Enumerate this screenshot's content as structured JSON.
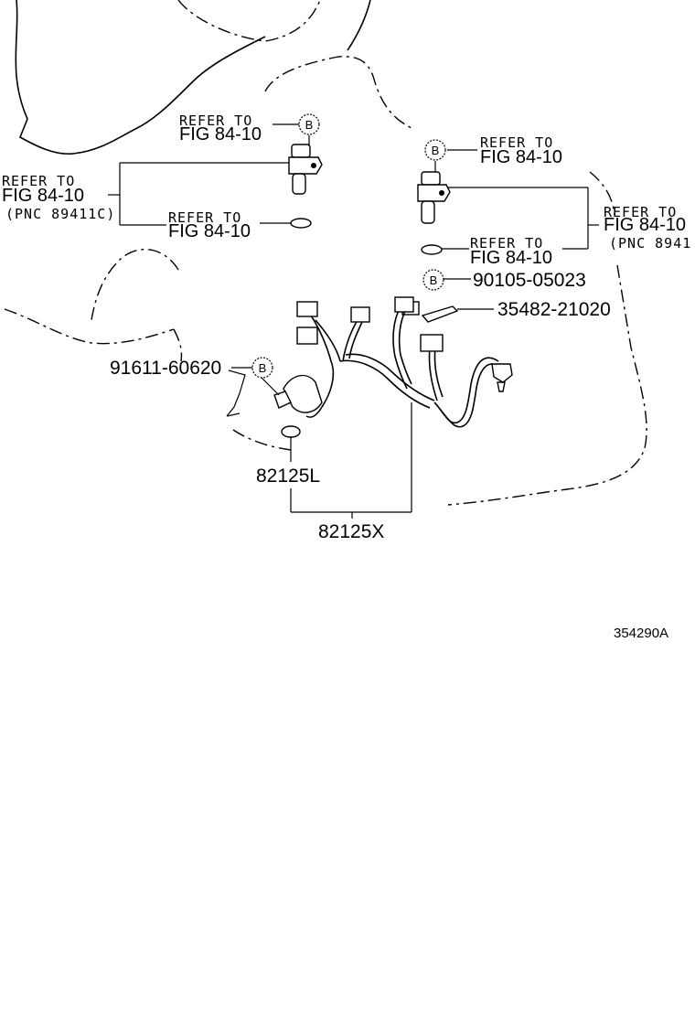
{
  "diagram": {
    "refer_to": "REFER TO",
    "fig_ref": "FIG 84-10",
    "pnc_left": "(PNC 89411C)",
    "pnc_right": "(PNC 8941",
    "callout_letter": "B",
    "part_numbers": {
      "bolt_90105": "90105-05023",
      "clamp_35482": "35482-21020",
      "bolt_91611": "91611-60620",
      "harness_l": "82125L",
      "harness_x": "82125X"
    },
    "illustration_code": "354290A"
  }
}
